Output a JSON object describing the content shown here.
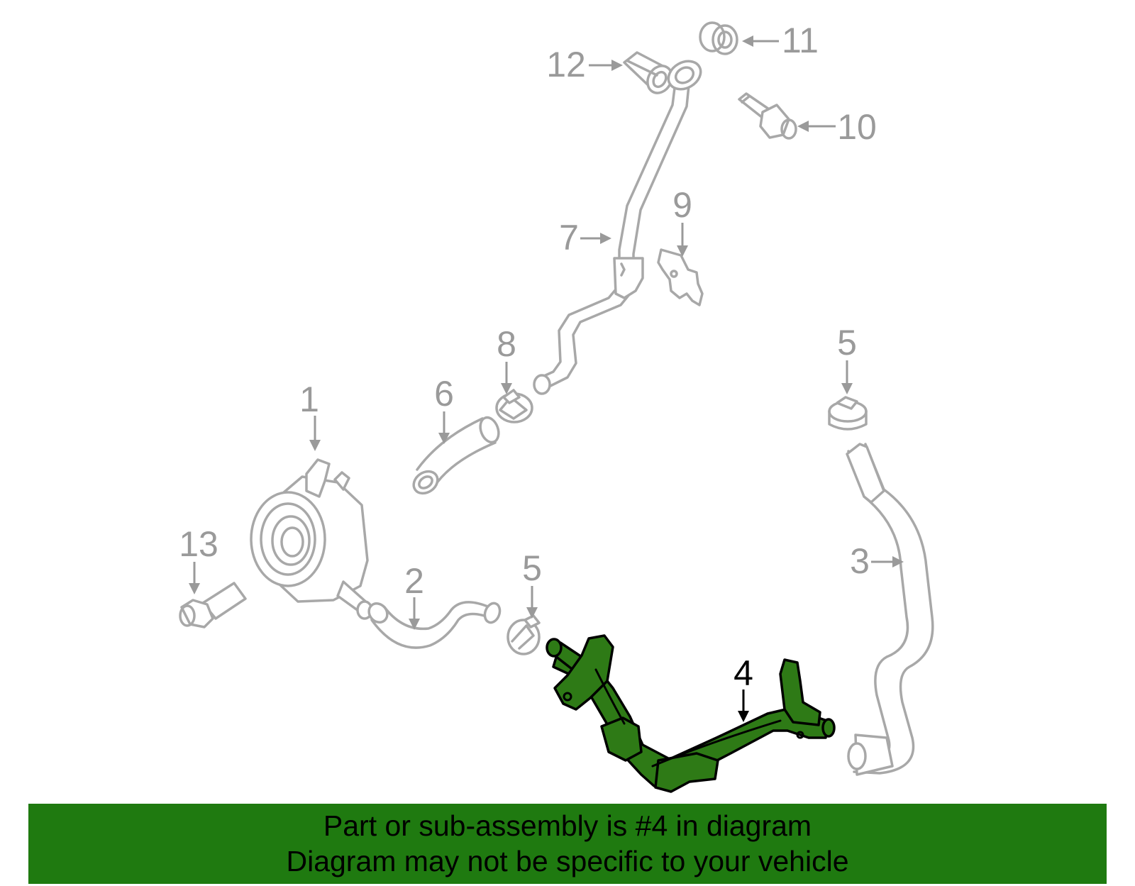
{
  "callouts": [
    {
      "id": "1",
      "label": "1"
    },
    {
      "id": "2",
      "label": "2"
    },
    {
      "id": "3",
      "label": "3"
    },
    {
      "id": "4",
      "label": "4",
      "highlighted": true
    },
    {
      "id": "5a",
      "label": "5"
    },
    {
      "id": "5b",
      "label": "5"
    },
    {
      "id": "6",
      "label": "6"
    },
    {
      "id": "7",
      "label": "7"
    },
    {
      "id": "8",
      "label": "8"
    },
    {
      "id": "9",
      "label": "9"
    },
    {
      "id": "10",
      "label": "10"
    },
    {
      "id": "11",
      "label": "11"
    },
    {
      "id": "12",
      "label": "12"
    },
    {
      "id": "13",
      "label": "13"
    }
  ],
  "banner": {
    "line1": "Part or sub-assembly is #4 in diagram",
    "line2": "Diagram may not be specific to your vehicle"
  },
  "colors": {
    "highlight": "#2e7a16",
    "banner": "#1f7a10",
    "part_outline": "#a8a8a8"
  }
}
